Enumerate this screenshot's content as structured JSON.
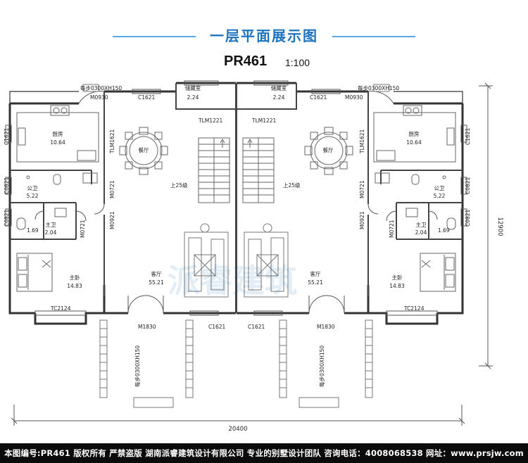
{
  "title": "一层平面展示图",
  "plan_code": "PR461",
  "plan_scale": "1:100",
  "rooms": {
    "kitchen_name": "厨房",
    "kitchen_area": "10.64",
    "storage_name": "储藏室",
    "storage_area": "2.24",
    "dining_name": "餐厅",
    "public_bath_name": "公卫",
    "public_bath_area": "5.22",
    "master_bath_name": "主卫",
    "master_bath_area": "2.04",
    "master_bed_name": "主卧",
    "master_bed_area": "14.83",
    "living_name": "客厅",
    "living_area": "55.21",
    "stair_label": "上25级"
  },
  "tags": {
    "step_top": "每步0300XH150",
    "step_bottom": "每步0300XH150",
    "m0930": "M0930",
    "c1621": "C1621",
    "tlm1221": "TLM1221",
    "tlm1621": "TLM1621",
    "c0821": "C0821",
    "m0721": "M0721",
    "m0921": "M0921",
    "tc2124": "TC2124",
    "m1830": "M1830",
    "small_169": "1.69"
  },
  "dimensions": {
    "total_width": "20400",
    "total_height": "12900"
  },
  "footer": "本图编号:PR461 版权所有 严禁盗版 湖南派睿建筑设计有限公司 专业的别墅设计团队 咨询电话：4008068538 网址：www.prsjw.com"
}
